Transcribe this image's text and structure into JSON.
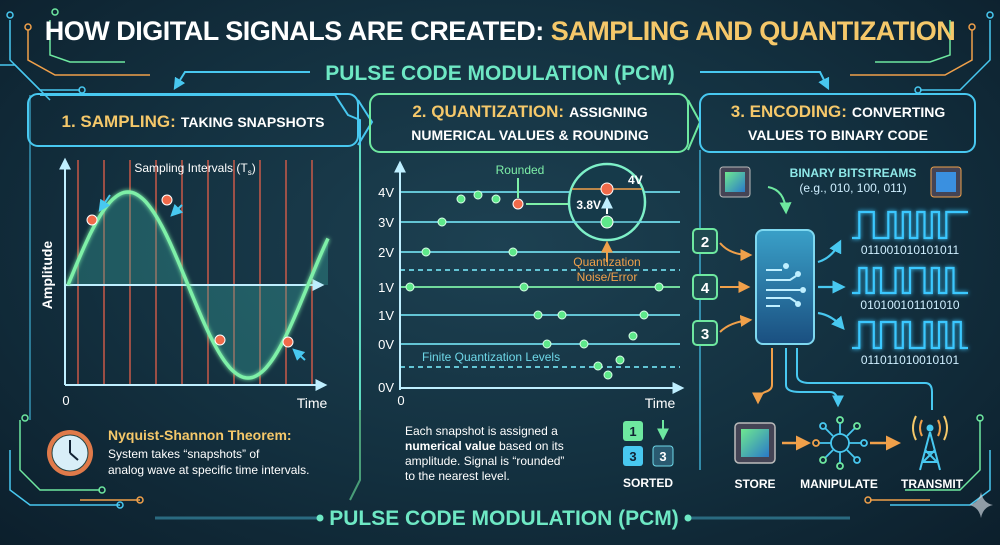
{
  "title": {
    "part1": "HOW DIGITAL SIGNALS ARE CREATED: ",
    "part2": "SAMPLING AND QUANTIZATION"
  },
  "subtitle": "PULSE CODE MODULATION (PCM)",
  "footer": "PULSE CODE MODULATION (PCM)",
  "colors": {
    "accent_yellow": "#f5c86a",
    "accent_green": "#6ee8c4",
    "accent_blue": "#48c8f0",
    "accent_orange": "#f0884a",
    "background": "#13303f"
  },
  "panel1": {
    "heading_num": "1. SAMPLING:",
    "heading_rest": "TAKING SNAPSHOTS",
    "sampling_label": "Sampling Intervals (T",
    "sampling_sub": "s",
    "sampling_close": ")",
    "y_label": "Amplitude",
    "x_origin": "0",
    "x_label": "Time",
    "theorem_title": "Nyquist-Shannon Theorem:",
    "theorem_line1": "System takes “snapshots” of",
    "theorem_line2": "analog wave at specific time intervals.",
    "icon": "clock-icon"
  },
  "panel2": {
    "heading_num": "2. QUANTIZATION:",
    "heading_rest1": "ASSIGNING",
    "heading_rest2": "NUMERICAL VALUES & ROUNDING",
    "levels": [
      "4V",
      "3V",
      "2V",
      "1V",
      "1V",
      "0V",
      "0V"
    ],
    "rounded_label": "Rounded",
    "mag_top": "4V",
    "mag_value": "3.8V",
    "noise_line1": "Quantization",
    "noise_line2": "Noise/Error",
    "finite_label": "Finite Quantization Levels",
    "x_origin": "0",
    "x_label": "Time",
    "desc_line1": "Each snapshot is assigned a",
    "desc_line2a": "numerical value",
    "desc_line2b": " based on its",
    "desc_line3": "amplitude. Signal is “rounded”",
    "desc_line4": "to the nearest level.",
    "sorted_boxes": [
      "1",
      "3",
      "3"
    ],
    "sorted_label": "SORTED"
  },
  "panel3": {
    "heading_num": "3. ENCODING:",
    "heading_rest1": "CONVERTING",
    "heading_rest2": "VALUES TO BINARY CODE",
    "bitstreams_title": "BINARY BITSTREAMS",
    "bitstreams_example": "(e.g., 010, 100, 011)",
    "inputs": [
      "2",
      "4",
      "3"
    ],
    "streams": [
      "0110010101010111",
      "0101001011010100",
      "0110110100101010"
    ],
    "stream_labels": [
      "011001010101011",
      "010100101101010",
      "011011010010101"
    ],
    "outputs": [
      {
        "label": "STORE",
        "icon": "chip-icon"
      },
      {
        "label": "MANIPULATE",
        "icon": "network-icon"
      },
      {
        "label": "TRANSMIT",
        "icon": "antenna-icon"
      }
    ]
  }
}
